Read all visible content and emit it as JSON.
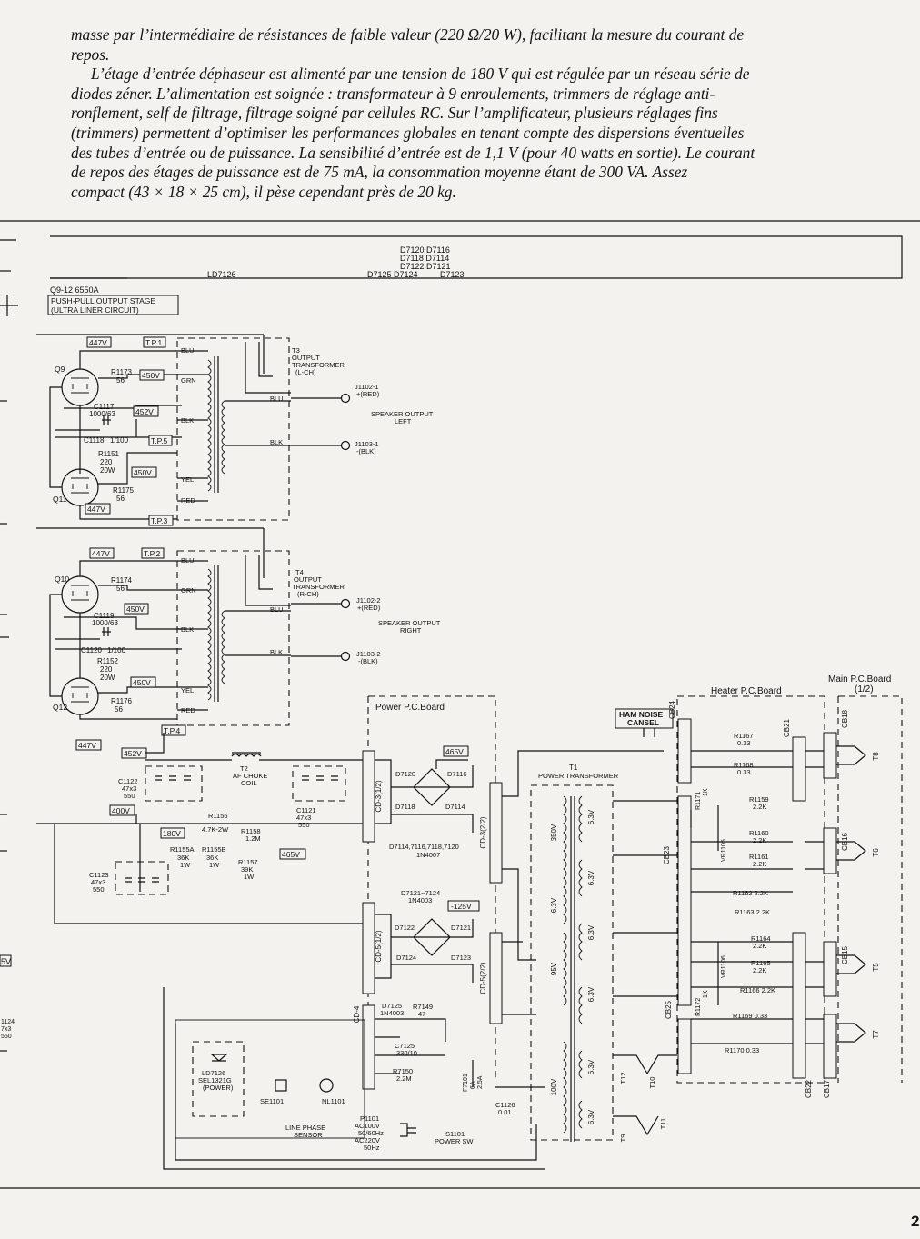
{
  "page": {
    "paragraph_lines": [
      "masse par l’intermédiaire de résistances de faible valeur (220 Ω/20 W), facilitant la mesure du courant de",
      "repos.",
      "L’étage d’entrée déphaseur est alimenté par une tension de 180 V qui est régulée par un réseau série de",
      "diodes zéner. L’alimentation est soignée : transformateur à 9 enroulements, trimmers de réglage anti-",
      "ronflement, self de filtrage, filtrage soigné par cellules RC. Sur l’amplificateur, plusieurs réglages fins",
      "(trimmers) permettent d’optimiser les performances globales en tenant compte des dispersions éventuelles",
      "des tubes d’entrée ou de puissance. La sensibilité d’entrée est de 1,1 V (pour 40 watts en sortie). Le courant",
      "de repos des étages de puissance est de 75 mA, la consommation moyenne étant de 300 VA. Assez",
      "compact (43 × 18 × 25 cm), il pèse cependant près de 20 kg."
    ],
    "page_number": "2"
  },
  "schematic": {
    "top_box": {
      "led_label": "LD7126",
      "diodes_row1": "D7120  D7116",
      "diodes_row2": "D7118  D7114",
      "diodes_row3": "D7122  D7121",
      "diodes_row4a": "D7125 D7124",
      "diodes_row4b": "D7123"
    },
    "output_stage": {
      "tubes": "Q9-12  6550A",
      "title_line1": "PUSH-PULL OUTPUT STAGE",
      "title_line2": "(ULTRA LINER CIRCUIT)",
      "tube_labels": [
        "Q9",
        "Q11",
        "Q10",
        "Q12"
      ],
      "voltage_447": "447V",
      "voltage_450": "450V",
      "voltage_452": "452V",
      "voltage_400": "400V",
      "voltage_180": "180V",
      "voltage_465": "465V",
      "voltage_m125": "-125V",
      "tp1": "T.P.1",
      "tp2": "T.P.2",
      "tp3": "T.P.3",
      "tp4": "T.P.4",
      "tp5": "T.P.5",
      "r1173": "R1173",
      "r1173v": "56",
      "r1174": "R1174",
      "r1174v": "56",
      "c1117": "C1117",
      "c1117v": "1000/63",
      "c1119": "C1119",
      "c1119v": "1000/63",
      "c1118": "C1118",
      "c1118v": "1/100",
      "c1120": "C1120",
      "c1120v": "1/100",
      "r1151": "R1151",
      "r1152": "R1152",
      "r_220": "220",
      "r_20w": "20W",
      "r1175": "R1175",
      "r1175v": "56",
      "r1176": "R1176",
      "r1176v": "56"
    },
    "transformers": {
      "t3_line1": "T3",
      "t3_line2": "OUTPUT",
      "t3_line3": "TRANSFORMER",
      "t3_line4": "(L-CH)",
      "t4_line1": "T4",
      "t4_line2": "OUTPUT",
      "t4_line3": "TRANSFORMER",
      "t4_line4": "(R-CH)",
      "wire_blu": "BLU",
      "wire_grn": "GRN",
      "wire_blk": "BLK",
      "wire_yel": "YEL",
      "wire_red": "RED",
      "j1102_1": "J1102-1",
      "j1102_1b": "+(RED)",
      "j1103_1": "J1103-1",
      "j1103_1b": "-(BLK)",
      "j1102_2": "J1102-2",
      "j1102_2b": "+(RED)",
      "j1103_2": "J1103-2",
      "j1103_2b": "-(BLK)",
      "spk_left_1": "SPEAKER OUTPUT",
      "spk_left_2": "LEFT",
      "spk_right_1": "SPEAKER OUTPUT",
      "spk_right_2": "RIGHT"
    },
    "power_supply": {
      "t2_1": "T2",
      "t2_2": "AF CHOKE",
      "t2_3": "COIL",
      "c1122": "C1122",
      "c1122v": "47x3",
      "c1122w": "550",
      "c1121": "C1121",
      "c1121v": "47x3",
      "c1121w": "550",
      "c1123": "C1123",
      "c1123v": "47x3",
      "c1123w": "550",
      "r1156": "R1156",
      "r1156v": "4.7K-2W",
      "r1158": "R1158",
      "r1158v": "1.2M",
      "r1155a": "R1155A",
      "r1155b": "R1155B",
      "r_36k": "36K",
      "r_1w": "1W",
      "r1157": "R1157",
      "r1157v": "39K",
      "r1157w": "1W"
    },
    "power_board": {
      "title": "Power P.C.Board",
      "cd3": "CD-3(1/2)",
      "cd3b": "CD-3(2/2)",
      "cd5": "CD-5(1/2)",
      "cd5b": "CD-5(2/2)",
      "cd4": "CD-4",
      "d7120": "D7120",
      "d7116": "D7116",
      "d7118": "D7118",
      "d7114": "D7114",
      "d_list1": "D7114,7116,7118,7120",
      "d_list1b": "1N4007",
      "d_list2": "D7121~7124",
      "d_list2b": "1N4003",
      "d7122": "D7122",
      "d7121": "D7121",
      "d7124": "D7124",
      "d7123": "D7123",
      "d7125": "D7125",
      "d7125b": "1N4003",
      "r7149": "R7149",
      "r7149v": "47",
      "c7125": "C7125",
      "c7125v": "330/10",
      "r7150": "R7150",
      "r7150v": "2.2M",
      "f7101": "F7101",
      "f7101v": "6A",
      "f7101w": "2.5A"
    },
    "mains": {
      "ld7126": "LD7126",
      "ld7126b": "SEL1321G",
      "ld7126c": "(POWER)",
      "se1101": "SE1101",
      "nl1101": "NL1101",
      "sensor1": "LINE PHASE",
      "sensor2": "SENSOR",
      "p1101": "P1101",
      "p1101b": "AC100V",
      "p1101c": "50/60Hz",
      "p1101d": "AC220V",
      "p1101e": "50Hz",
      "s1101": "S1101",
      "s1101b": "POWER SW",
      "c1126": "C1126",
      "c1126v": "0.01"
    },
    "power_transformer": {
      "t1": "T1",
      "t1b": "POWER TRANSFORMER",
      "w350": "350V",
      "w63a": "6.3V",
      "w63b": "6.3V",
      "w63c": "6.3V",
      "w63d": "6.3V",
      "w95": "95V",
      "w63e": "6.3V",
      "w100": "100V",
      "w63f": "6.3V",
      "w63g": "6.3V",
      "t12": "T12",
      "t10": "T10",
      "t9": "T9",
      "t11": "T11",
      "ham1": "HAM NOISE",
      "ham2": "CANSEL"
    },
    "heater_board": {
      "title": "Heater P.C.Board",
      "cb24": "CB24",
      "cb21": "CB21",
      "cb23": "CB23",
      "cb25": "CB25",
      "cb22": "CB22",
      "r1167": "R1167",
      "r1167v": "0.33",
      "r1168": "R1168",
      "r1168v": "0.33",
      "r1171": "R1171",
      "r1171v": "1K",
      "r1159": "R1159",
      "r1159v": "2.2K",
      "r1160": "R1160",
      "r1160v": "2.2K",
      "vr1105": "VR1105",
      "r1161": "R1161",
      "r1161v": "2.2K",
      "r1162": "R1162 2.2K",
      "r1163": "R1163 2.2K",
      "r1164": "R1164",
      "r1164v": "2.2K",
      "vr1106": "VR1106",
      "r1165": "R1165",
      "r1165v": "2.2K",
      "r1166": "R1166 2.2K",
      "r1172": "R1172",
      "r1172v": "1K",
      "r1169": "R1169 0.33",
      "r1170": "R1170 0.33"
    },
    "main_board": {
      "title1": "Main P.C.Board",
      "title2": "(1/2)",
      "cb18": "CB18",
      "cb16": "CB16",
      "cb15": "CB15",
      "cb17": "CB17",
      "t8": "T8",
      "t6": "T6",
      "t5": "T5",
      "t7": "T7"
    },
    "left_margin": {
      "v1": "5V",
      "v2": "1124",
      "v3": "7x3",
      "v4": "550"
    }
  }
}
